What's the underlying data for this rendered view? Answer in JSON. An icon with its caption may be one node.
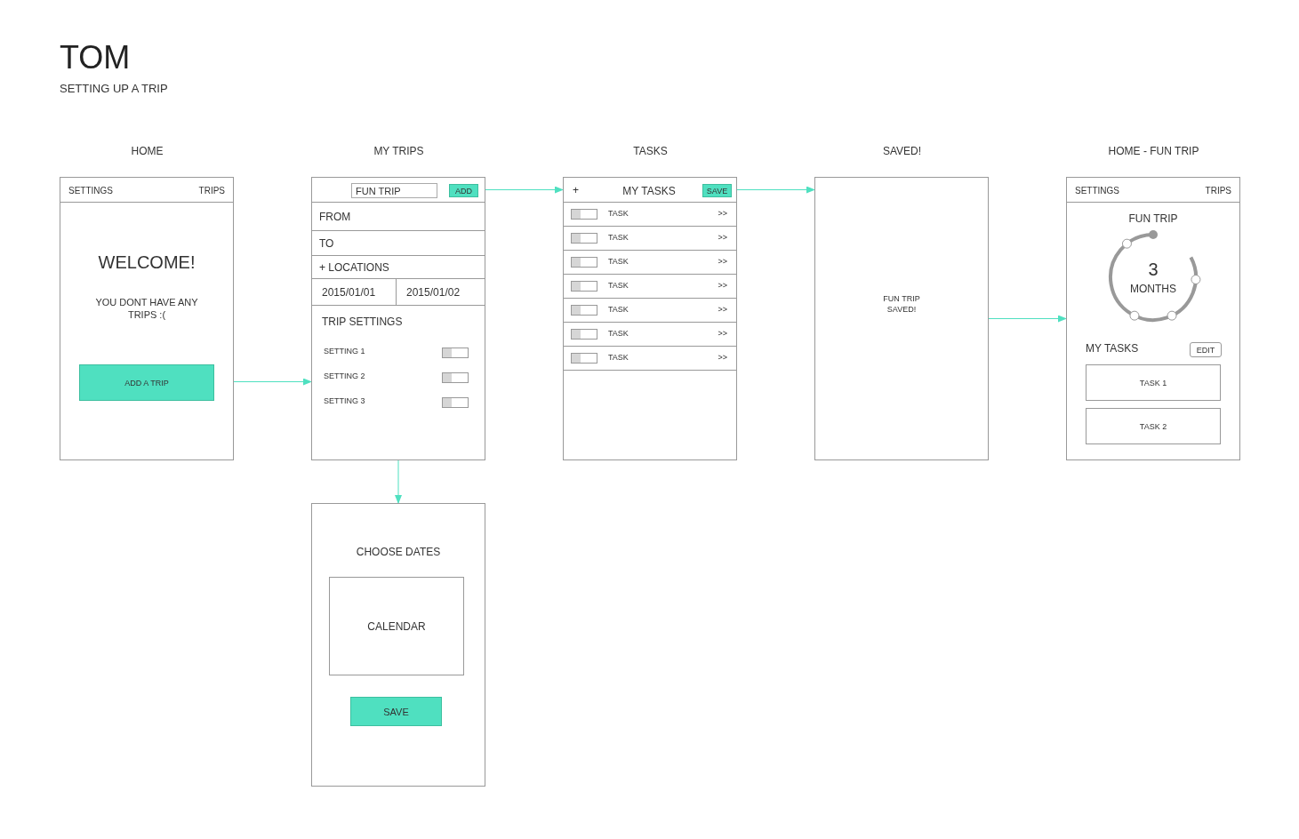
{
  "diagram": {
    "title": "TOM",
    "nodes": [
      {
        "text": [
          "HOME",
          "WELCOME!",
          "YOU DONT HAVE ANY TRIPS :("
        ]
      },
      {
        "text": [
          "SETTINGS",
          "TRIPS"
        ],
        "in": 0
      },
      {
        "text": [
          "ADD A TRIP"
        ],
        "in": 0
      },
      {
        "text": [
          "MY TRIPS",
          "TRIP SETTINGS",
          "SETTING 1",
          "SETTING 2",
          "SETTING 3"
        ]
      },
      {
        "text": [
          "FUN TRIP"
        ],
        "in": 3
      },
      {
        "text": [
          "ADD"
        ],
        "in": 3
      },
      {
        "text": [
          "FROM"
        ],
        "in": 3
      },
      {
        "text": [
          "TO"
        ],
        "in": 3
      },
      {
        "text": [
          "+ LOCATIONS"
        ],
        "in": 3
      },
      {
        "text": [
          "2015/01/01"
        ],
        "in": 3
      },
      {
        "text": [
          "2015/01/02"
        ],
        "in": 3
      },
      {
        "text": [
          "TASKS",
          "+",
          "MY TASKS"
        ]
      },
      {
        "text": [
          "SAVE"
        ],
        "in": 11
      },
      {
        "text": [
          "TASK",
          ">>"
        ],
        "in": 11
      },
      {
        "text": [
          "TASK",
          ">>"
        ],
        "in": 11
      },
      {
        "text": [
          "TASK",
          ">>"
        ],
        "in": 11
      },
      {
        "text": [
          "TASK",
          ">>"
        ],
        "in": 11
      },
      {
        "text": [
          "TASK",
          ">>"
        ],
        "in": 11
      },
      {
        "text": [
          "TASK",
          ">>"
        ],
        "in": 11
      },
      {
        "text": [
          "TASK",
          ">>"
        ],
        "in": 11
      },
      {
        "text": [
          "SAVED!",
          "FUN TRIP SAVED!"
        ]
      },
      {
        "text": [
          "HOME - FUN TRIP",
          "FUN TRIP",
          "3",
          "MONTHS",
          "MY TASKS"
        ]
      },
      {
        "text": [
          "SETTINGS",
          "TRIPS"
        ],
        "in": 21
      },
      {
        "text": [
          "EDIT"
        ],
        "in": 21
      },
      {
        "text": [
          "TASK 1"
        ],
        "in": 21
      },
      {
        "text": [
          "TASK 2"
        ],
        "in": 21
      },
      {
        "text": [
          "CHOOSE DATES"
        ]
      },
      {
        "text": [
          "CALENDAR"
        ],
        "in": 26
      },
      {
        "text": [
          "SAVE"
        ],
        "in": 26
      }
    ],
    "edges": [
      {
        "from": 2,
        "to": 3,
        "arrow": "to"
      },
      {
        "from": 5,
        "to": 11,
        "arrow": "to"
      },
      {
        "from": 3,
        "to": 26,
        "arrow": "to"
      },
      {
        "from": 12,
        "to": 20,
        "arrow": "to"
      },
      {
        "from": 20,
        "to": 21,
        "arrow": "to"
      }
    ],
    "labels": [
      "SETTING UP A TRIP"
    ]
  }
}
